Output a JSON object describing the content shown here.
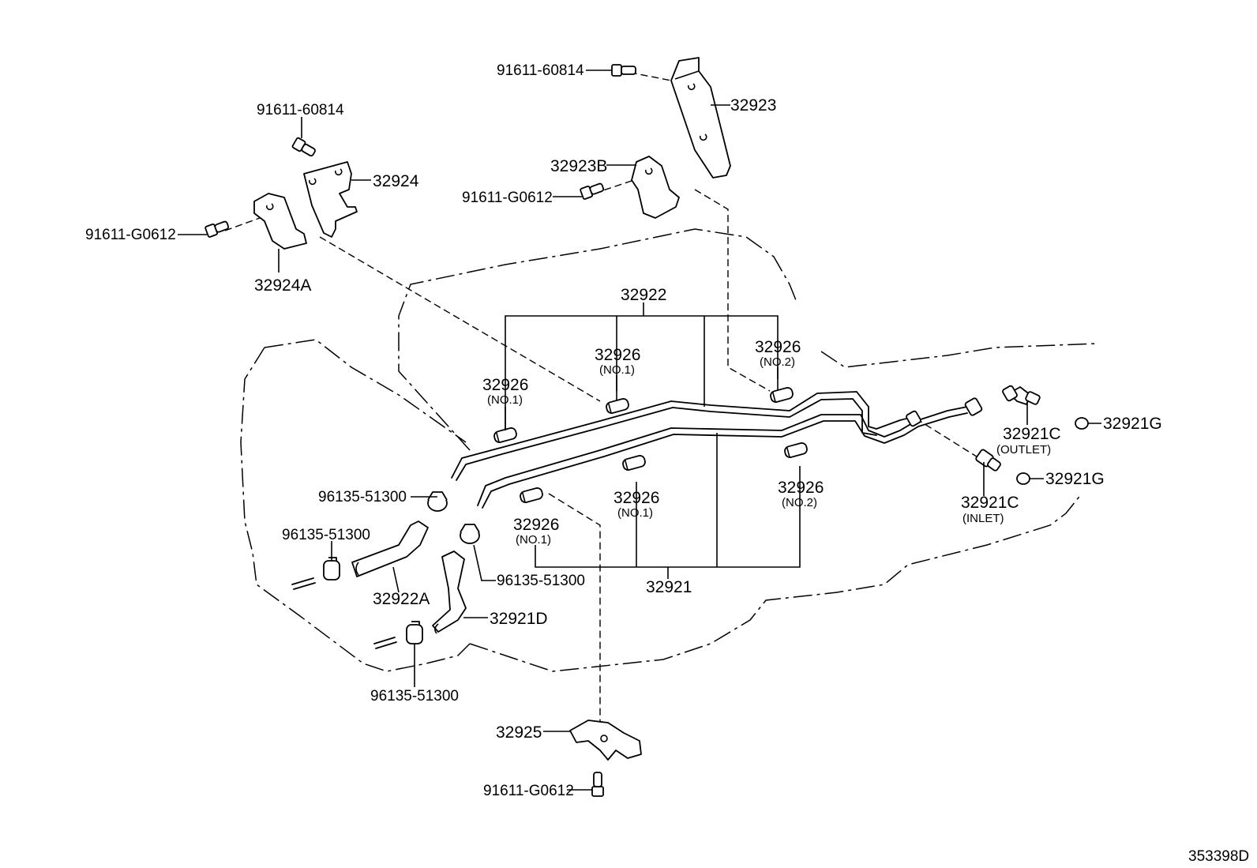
{
  "labels": {
    "bolt_top": "91611-60814",
    "bracket_32923": "32923",
    "bolt_left_top": "91611-60814",
    "bracket_32924": "32924",
    "bracket_32923b": "32923B",
    "bolt_mid": "91611-G0612",
    "bolt_left": "91611-G0612",
    "bracket_32924a": "32924A",
    "tube_32922": "32922",
    "grommet_a": "32926",
    "grommet_a_sub": "(NO.1)",
    "grommet_b": "32926",
    "grommet_b_sub": "(NO.1)",
    "grommet_c": "32926",
    "grommet_c_sub": "(NO.2)",
    "union_outlet": "32921C",
    "union_outlet_sub": "(OUTLET)",
    "oring_outlet": "32921G",
    "union_inlet": "32921C",
    "union_inlet_sub": "(INLET)",
    "oring_inlet": "32921G",
    "clamp_1": "96135-51300",
    "clamp_2": "96135-51300",
    "clamp_3": "96135-51300",
    "clamp_4": "96135-51300",
    "hose_32922a": "32922A",
    "hose_32921d": "32921D",
    "grommet_d": "32926",
    "grommet_d_sub": "(NO.1)",
    "grommet_e": "32926",
    "grommet_e_sub": "(NO.1)",
    "grommet_f": "32926",
    "grommet_f_sub": "(NO.2)",
    "tube_32921": "32921",
    "clamp_32925": "32925",
    "bolt_bottom": "91611-G0612",
    "diagram_id": "353398D"
  }
}
